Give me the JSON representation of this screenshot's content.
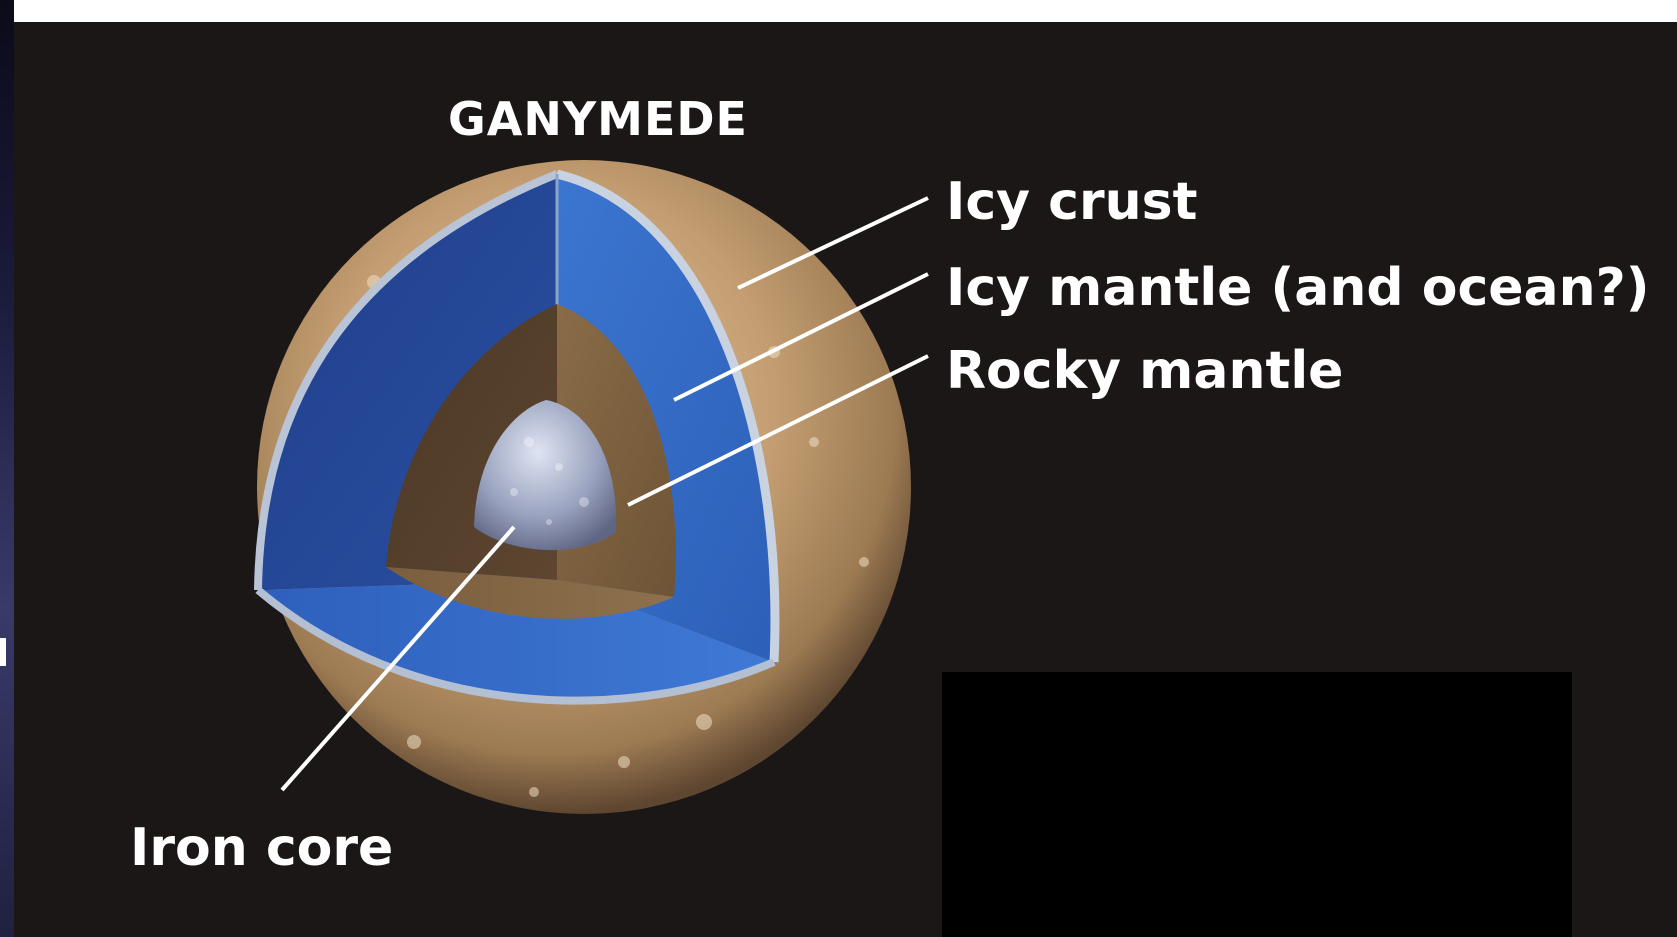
{
  "title": "GANYMEDE",
  "labels": {
    "icy_crust": "Icy crust",
    "icy_mantle": "Icy mantle (and ocean?)",
    "rocky_mantle": "Rocky mantle",
    "iron_core": "Iron core"
  },
  "colors": {
    "background": "#1b1716",
    "crust": "#c9a57c",
    "ice": "#2f63b8",
    "rock": "#7a5c3a",
    "core": "#9aa3bf",
    "text": "#ffffff"
  }
}
